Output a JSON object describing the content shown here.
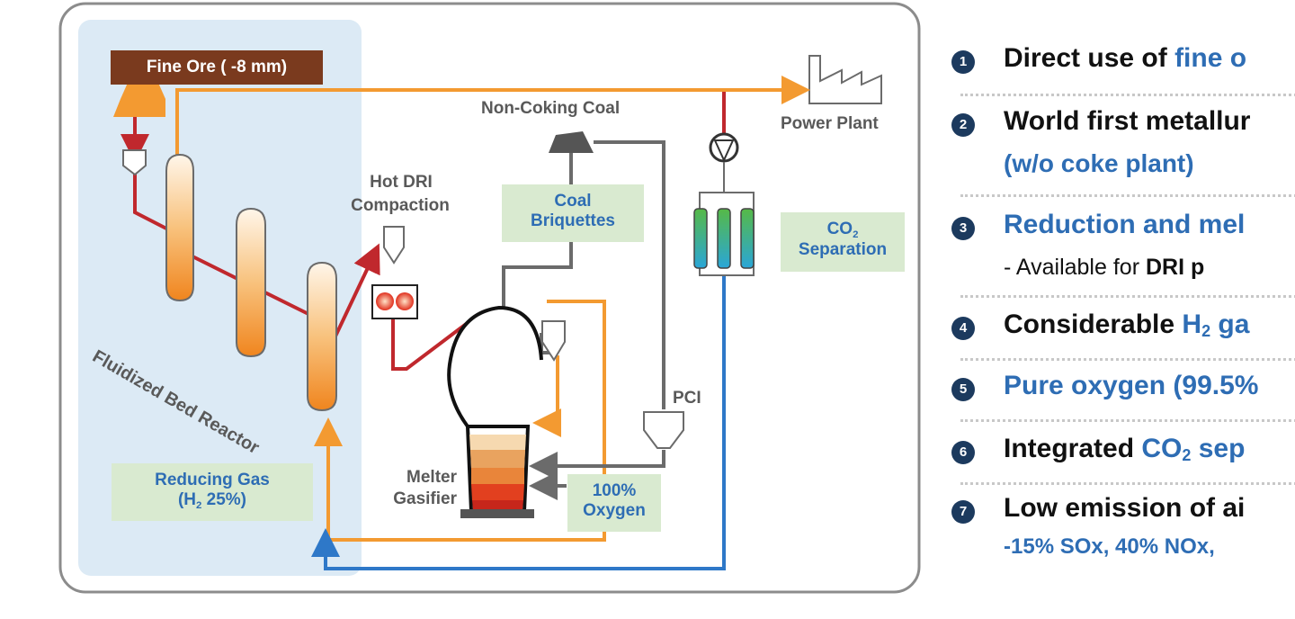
{
  "diagram": {
    "fine_ore": "Fine Ore ( -8 mm)",
    "non_coking_coal": "Non-Coking Coal",
    "power_plant": "Power Plant",
    "hot_dri": "Hot DRI",
    "compaction": "Compaction",
    "coal_briquettes_1": "Coal",
    "coal_briquettes_2": "Briquettes",
    "co2_1": "CO",
    "co2_sub": "2",
    "co2_2": "Separation",
    "fluidized": "Fluidized Bed Reactor",
    "pci": "PCI",
    "melter_1": "Melter",
    "melter_2": "Gasifier",
    "reducing_1": "Reducing Gas",
    "reducing_2a": "(H",
    "reducing_2sub": "2",
    "reducing_2b": " 25%)",
    "oxygen_1": "100%",
    "oxygen_2": "Oxygen"
  },
  "features": [
    {
      "num": "1",
      "plain": "Direct use of ",
      "hl": "fine o"
    },
    {
      "num": "2",
      "plain": "World first metallur",
      "sub": "(w/o coke plant)"
    },
    {
      "num": "3",
      "hl": "Reduction and mel",
      "sub_plain": "- Available for ",
      "sub_bold": "DRI p"
    },
    {
      "num": "4",
      "plain": "Considerable ",
      "hl": "H",
      "hl_sub": "2",
      "hl2": " ga"
    },
    {
      "num": "5",
      "hl": "Pure oxygen (99.5%"
    },
    {
      "num": "6",
      "plain": "Integrated ",
      "hl": "CO",
      "hl_sub": "2",
      "hl2": " sep"
    },
    {
      "num": "7",
      "plain": "Low emission of ai",
      "sub": "-15% SOx, 40% NOx,"
    }
  ],
  "colors": {
    "red_flow": "#c0282d",
    "orange_flow": "#f39a31",
    "blue_flow": "#2e78c8",
    "grey_flow": "#6b6b6b",
    "panel_blue": "#dceaf5",
    "label_green": "#d9ead0",
    "accent_blue": "#2e6db4",
    "ore_brown": "#7a3a1e"
  }
}
